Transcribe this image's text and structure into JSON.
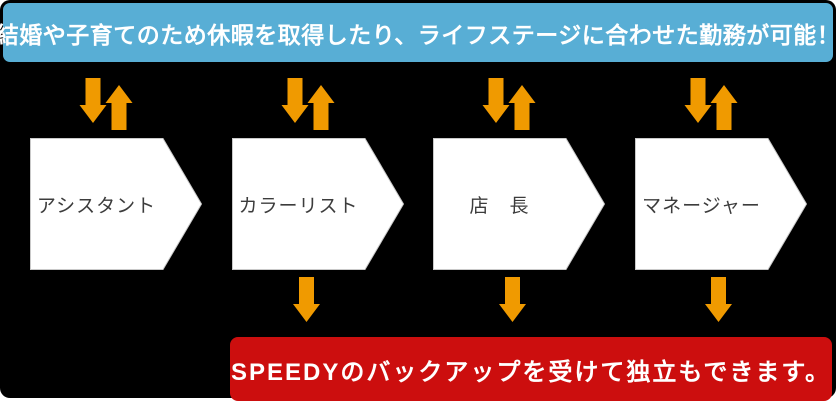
{
  "colors": {
    "card_black": "#000000",
    "banner_blue": "#58aed5",
    "banner_red": "#cc0e0e",
    "arrow_orange": "#f09a00",
    "box_white": "#ffffff",
    "box_border": "#c9c9c9",
    "box_text": "#3c3c3c"
  },
  "top_banner": {
    "text": "結婚や子育てのため休暇を取得したり、ライフステージに合わせた勤務が可能！"
  },
  "career_steps": [
    {
      "label": "アシスタント"
    },
    {
      "label": "カラーリスト"
    },
    {
      "label": "店　長"
    },
    {
      "label": "マネージャー"
    }
  ],
  "bottom_banner": {
    "text": "SPEEDYのバックアップを受けて独立もできます。"
  },
  "icons": {
    "up_down_arrows_icon": "⇅",
    "down_arrow_icon": "↓"
  }
}
